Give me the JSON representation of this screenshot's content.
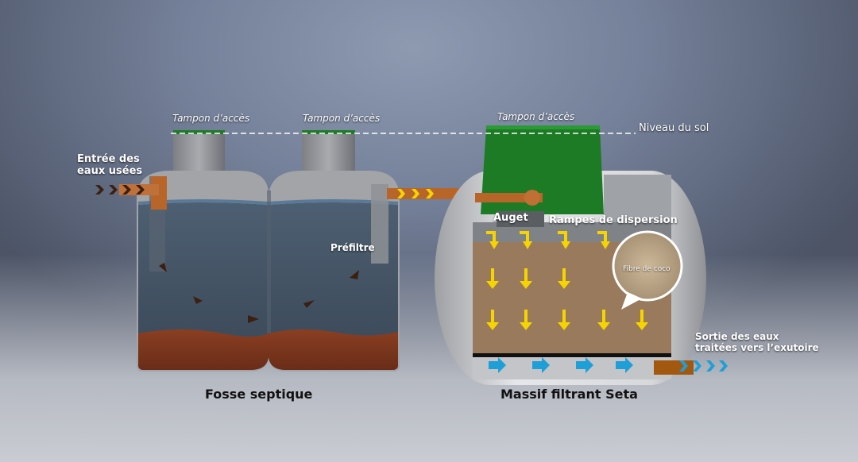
{
  "labels": {
    "tampon_1": "Tampon d’accès",
    "tampon_2": "Tampon d’accès",
    "tampon_3": "Tampon d’accès",
    "niveau_sol": "Niveau du sol",
    "entree_line1": "Entrée des",
    "entree_line2": "eaux usées",
    "prefiltre": "Préfiltre",
    "auget": "Auget",
    "rampes": "Rampes de dispersion",
    "fibre": "Fibre de coco",
    "sortie_line1": "Sortie des eaux",
    "sortie_line2": "traitées vers l’exutoire",
    "fosse": "Fosse septique",
    "massif": "Massif filtrant Seta"
  },
  "colors": {
    "arrow_yellow": "#f5d400",
    "arrow_blue": "#1e9fd8",
    "sludge": "#7a3520",
    "pipe": "#b8652a",
    "lid": "#1f7a2a"
  }
}
